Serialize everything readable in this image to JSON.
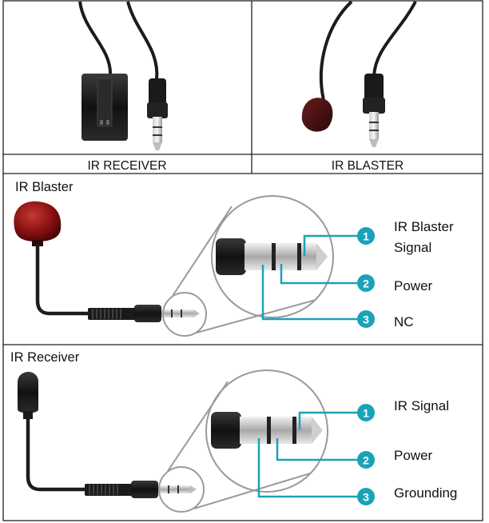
{
  "top_table": {
    "left_label": "IR RECEIVER",
    "right_label": "IR BLASTER"
  },
  "blaster_section": {
    "title": "IR Blaster",
    "pins": [
      {
        "number": "1",
        "label_line1": "IR Blaster",
        "label_line2": "Signal"
      },
      {
        "number": "2",
        "label_line1": "Power",
        "label_line2": ""
      },
      {
        "number": "3",
        "label_line1": "NC",
        "label_line2": ""
      }
    ]
  },
  "receiver_section": {
    "title": "IR Receiver",
    "pins": [
      {
        "number": "1",
        "label_line1": "IR Signal",
        "label_line2": ""
      },
      {
        "number": "2",
        "label_line1": "Power",
        "label_line2": ""
      },
      {
        "number": "3",
        "label_line1": "Grounding",
        "label_line2": ""
      }
    ]
  },
  "colors": {
    "pin_badge": "#1aa3b8",
    "leader_line": "#1aa3b8",
    "zoom_circle": "#9a9a9a",
    "cable": "#1c1c1c",
    "blaster_head": "#8a1010",
    "border": "#222222"
  }
}
